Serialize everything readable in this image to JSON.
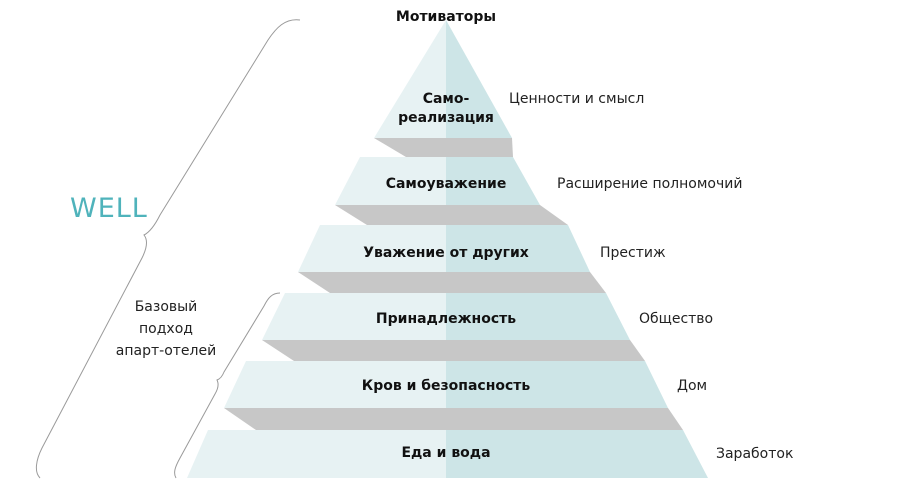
{
  "header": "Мотиваторы",
  "well_label": "WELL",
  "base_label": [
    "Базовый",
    "подход",
    "апарт-отелей"
  ],
  "levels": [
    {
      "name": [
        "Само-",
        "реализация"
      ],
      "motivator": "Ценности и смысл"
    },
    {
      "name": [
        "Самоуважение"
      ],
      "motivator": "Расширение полномочий"
    },
    {
      "name": [
        "Уважение от других"
      ],
      "motivator": "Престиж"
    },
    {
      "name": [
        "Принадлежность"
      ],
      "motivator": "Общество"
    },
    {
      "name": [
        "Кров и безопасность"
      ],
      "motivator": "Дом"
    },
    {
      "name": [
        "Еда и вода"
      ],
      "motivator": "Заработок"
    }
  ],
  "colors": {
    "left": "#e7f2f3",
    "right": "#cde5e7",
    "band": "#c7c7c7",
    "well": "#4fb3bb"
  }
}
